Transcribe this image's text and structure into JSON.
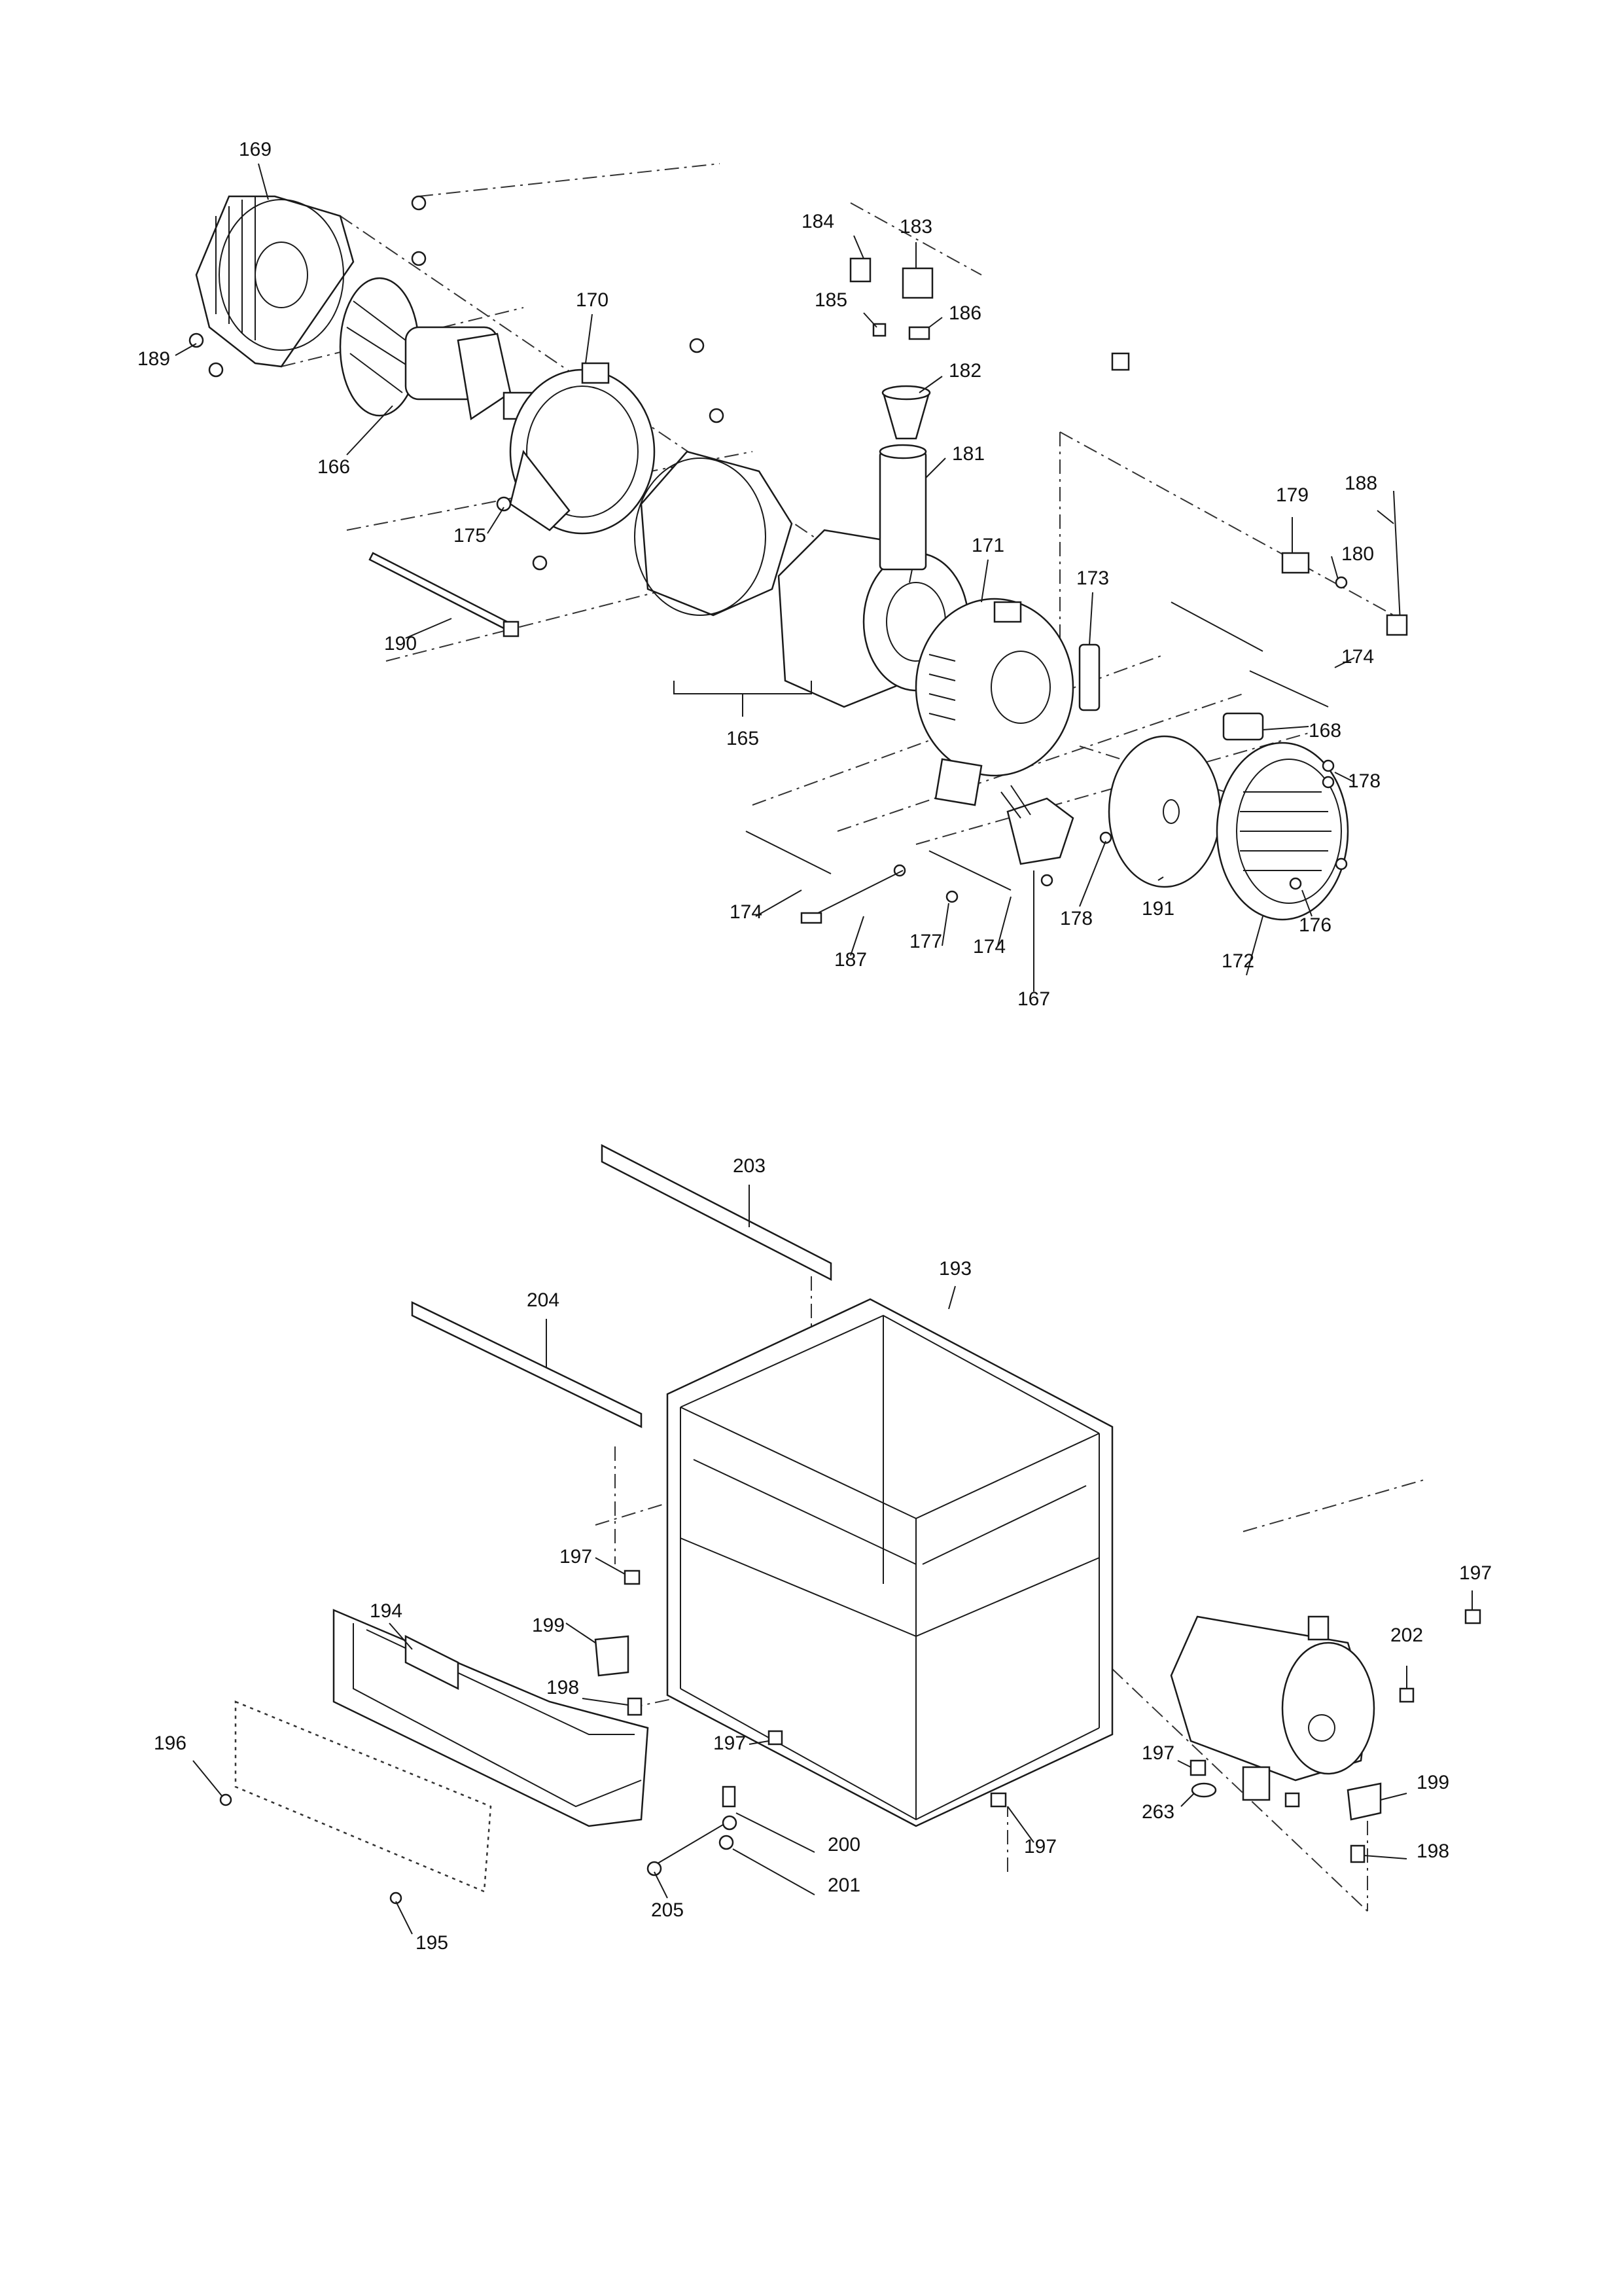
{
  "callouts": {
    "c169": "169",
    "c184": "184",
    "c183": "183",
    "c170": "170",
    "c185": "185",
    "c186": "186",
    "c189": "189",
    "c182": "182",
    "c166": "166",
    "c181": "181",
    "c188": "188",
    "c179": "179",
    "c175": "175",
    "c180": "180",
    "c171": "171",
    "c173": "173",
    "c190": "190",
    "c174a": "174",
    "c168": "168",
    "c165": "165",
    "c178a": "178",
    "c174b": "174",
    "c178b": "178",
    "c191": "191",
    "c176": "176",
    "c177": "177",
    "c174c": "174",
    "c187": "187",
    "c172": "172",
    "c167": "167",
    "c203": "203",
    "c193": "193",
    "c204": "204",
    "c197a": "197",
    "c197b": "197",
    "c194": "194",
    "c199a": "199",
    "c202": "202",
    "c198a": "198",
    "c196": "196",
    "c197c": "197",
    "c197d": "197",
    "c199b": "199",
    "c263": "263",
    "c197e": "197",
    "c200": "200",
    "c198b": "198",
    "c201": "201",
    "c205": "205",
    "c195": "195"
  }
}
